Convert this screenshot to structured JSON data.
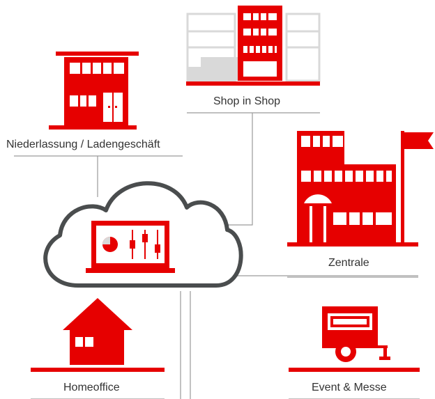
{
  "colors": {
    "accent": "#e60000",
    "line": "#9a9a9a",
    "cloud_outline": "#4a4d4e",
    "shelf_gray": "#d9d9d9",
    "text": "#333333"
  },
  "locations": {
    "shop_in_shop": {
      "label": "Shop in Shop",
      "icon": "shop-shelves-icon"
    },
    "branch": {
      "label": "Niederlassung / Ladengeschäft",
      "icon": "storefront-building-icon"
    },
    "headquarters": {
      "label": "Zentrale",
      "icon": "headquarters-building-flag-icon"
    },
    "homeoffice": {
      "label": "Homeoffice",
      "icon": "house-icon"
    },
    "event": {
      "label": "Event & Messe",
      "icon": "trailer-icon"
    }
  },
  "cloud": {
    "icon": "cloud-laptop-dashboard-icon"
  }
}
